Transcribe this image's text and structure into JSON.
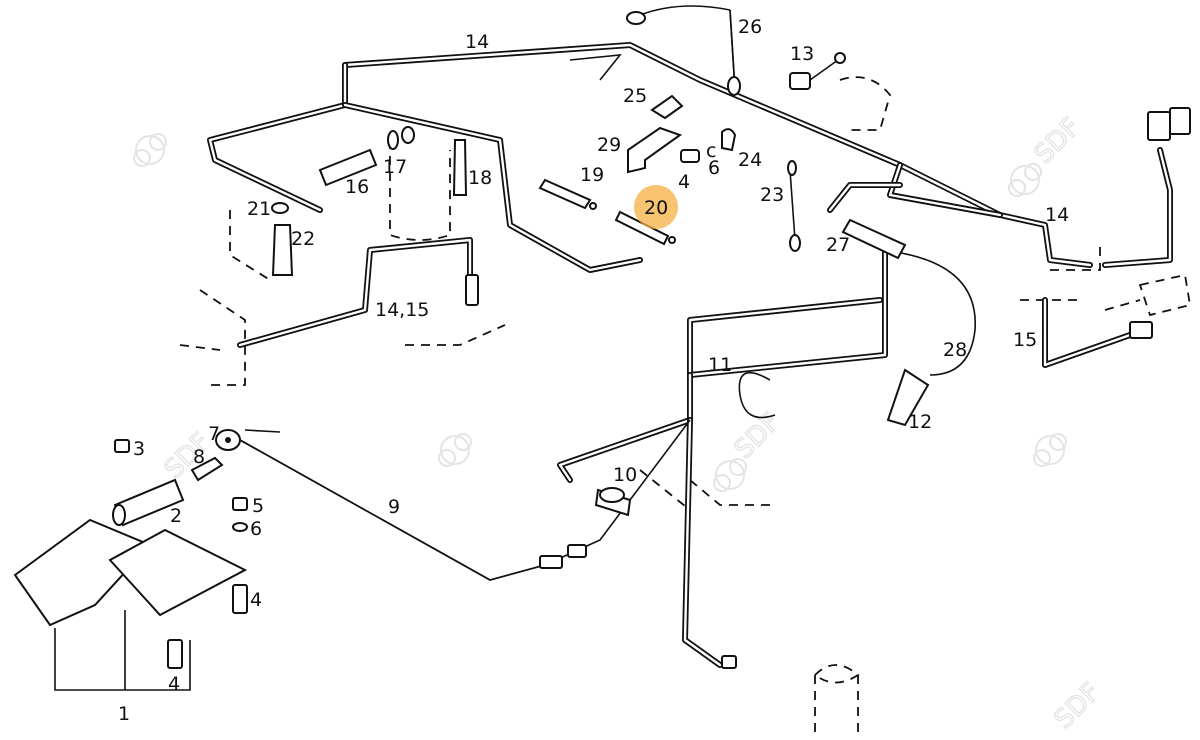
{
  "diagram": {
    "title": "Electrical wiring harness parts diagram",
    "watermark": "SDF",
    "highlight": {
      "label": "20",
      "color": "#f5b041"
    },
    "callouts": [
      {
        "id": "c1",
        "label": "1"
      },
      {
        "id": "c2",
        "label": "2"
      },
      {
        "id": "c3",
        "label": "3"
      },
      {
        "id": "c4a",
        "label": "4"
      },
      {
        "id": "c4b",
        "label": "4"
      },
      {
        "id": "c4c",
        "label": "4"
      },
      {
        "id": "c5",
        "label": "5"
      },
      {
        "id": "c6a",
        "label": "6"
      },
      {
        "id": "c6b",
        "label": "6"
      },
      {
        "id": "c7",
        "label": "7"
      },
      {
        "id": "c8",
        "label": "8"
      },
      {
        "id": "c9",
        "label": "9"
      },
      {
        "id": "c10",
        "label": "10"
      },
      {
        "id": "c11",
        "label": "11"
      },
      {
        "id": "c12",
        "label": "12"
      },
      {
        "id": "c13",
        "label": "13"
      },
      {
        "id": "c14a",
        "label": "14"
      },
      {
        "id": "c14b",
        "label": "14"
      },
      {
        "id": "c1415",
        "label": "14,15"
      },
      {
        "id": "c15",
        "label": "15"
      },
      {
        "id": "c16",
        "label": "16"
      },
      {
        "id": "c17",
        "label": "17"
      },
      {
        "id": "c18",
        "label": "18"
      },
      {
        "id": "c19",
        "label": "19"
      },
      {
        "id": "c20",
        "label": "20"
      },
      {
        "id": "c21",
        "label": "21"
      },
      {
        "id": "c22",
        "label": "22"
      },
      {
        "id": "c23",
        "label": "23"
      },
      {
        "id": "c24",
        "label": "24"
      },
      {
        "id": "c25",
        "label": "25"
      },
      {
        "id": "c26",
        "label": "26"
      },
      {
        "id": "c27",
        "label": "27"
      },
      {
        "id": "c28",
        "label": "28"
      },
      {
        "id": "c29",
        "label": "29"
      },
      {
        "id": "cc",
        "label": "c"
      }
    ]
  }
}
